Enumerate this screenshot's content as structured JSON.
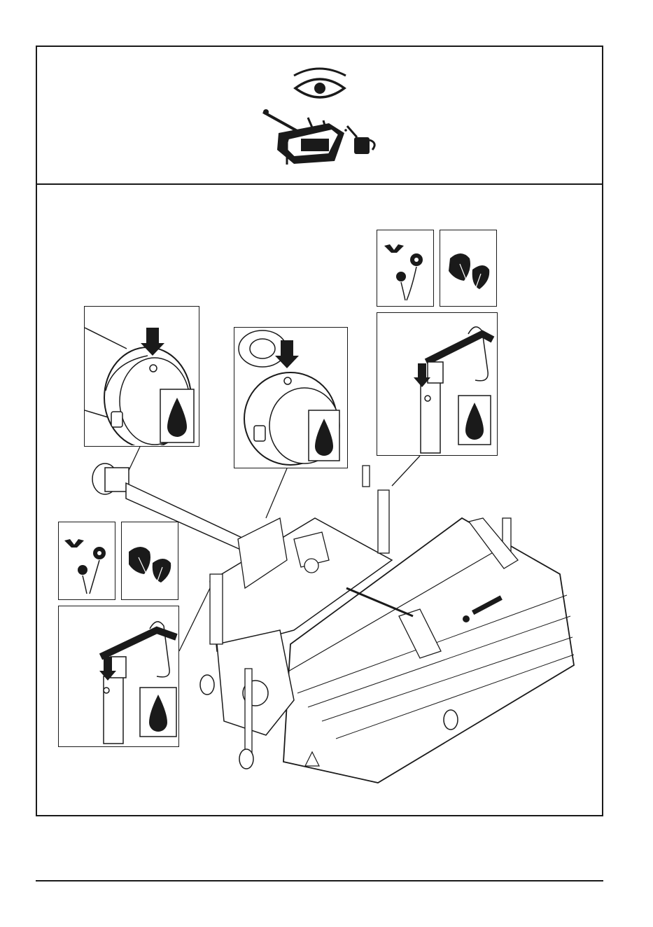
{
  "page": {
    "title": "",
    "text": ""
  },
  "header": {
    "icons": [
      "eye-inspect-icon",
      "sweeper-machine-icon",
      "oil-can-icon"
    ]
  },
  "callouts": [
    {
      "name": "pto-shaft-tractor-end",
      "icon": "oil-drop-icon"
    },
    {
      "name": "pto-shaft-machine-end",
      "icon": "oil-drop-icon"
    },
    {
      "name": "right-support-leg",
      "icon": "oil-drop-icon",
      "season_icons": [
        "spring-summer-flowers-icon",
        "autumn-leaves-icon"
      ]
    },
    {
      "name": "left-support-leg",
      "icon": "oil-drop-icon",
      "season_icons": [
        "spring-summer-flowers-icon",
        "autumn-leaves-icon"
      ]
    }
  ],
  "colors": {
    "line": "#1a1a1a",
    "fill": "#ffffff",
    "shade": "#e6e6e6"
  }
}
